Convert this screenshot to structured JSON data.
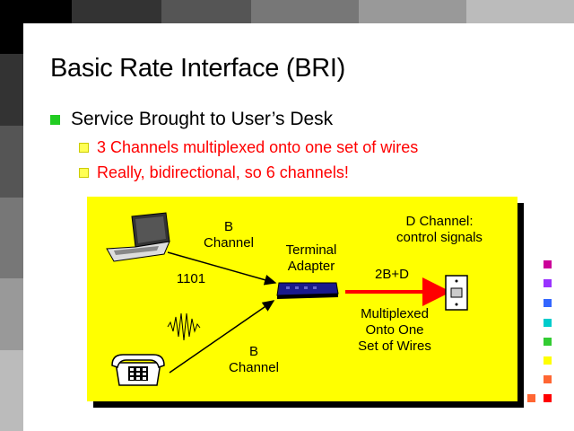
{
  "slide": {
    "title": "Basic Rate Interface (BRI)",
    "bullet_main": "Service Brought to User’s Desk",
    "sub_bullets": [
      "3 Channels multiplexed onto one set of wires",
      "Really, bidirectional, so 6 channels!"
    ]
  },
  "diagram": {
    "b_channel_top": [
      "B",
      "Channel"
    ],
    "bits": "1101",
    "terminal_adapter": [
      "Terminal",
      "Adapter"
    ],
    "d_channel": [
      "D Channel:",
      "control signals"
    ],
    "output": "2B+D",
    "multiplexed": [
      "Multiplexed",
      "Onto One",
      "Set of Wires"
    ],
    "b_channel_bottom": [
      "B",
      "Channel"
    ],
    "icons": [
      "laptop-icon",
      "telephone-icon",
      "wall-jack-icon",
      "analog-wave-icon"
    ]
  },
  "colors": {
    "panel": "#ffff00",
    "bullet_main": "#22cc22",
    "sub_text": "#ff0000",
    "arrow": "#ff0000"
  }
}
